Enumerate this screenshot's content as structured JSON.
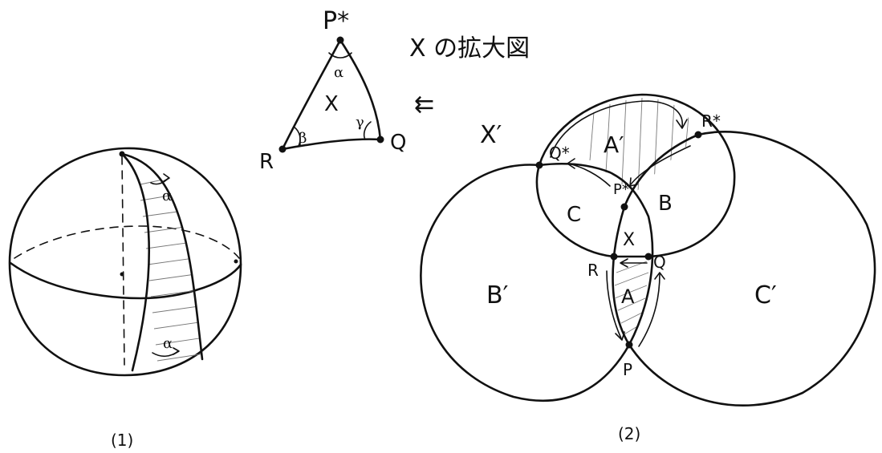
{
  "title": "X の拡大図",
  "figure1": {
    "caption": "(1)",
    "angle_top": "α",
    "angle_bottom": "α"
  },
  "triangle": {
    "vertex_top": "P*",
    "vertex_left": "R",
    "vertex_right": "Q",
    "region": "X",
    "angle_top": "α",
    "angle_left": "β",
    "angle_right": "γ",
    "arrow_symbol": "⇇"
  },
  "figure2": {
    "caption": "(2)",
    "regions": {
      "a_prime": "A′",
      "b": "B",
      "c": "C",
      "x": "X",
      "a": "A",
      "b_prime": "B′",
      "c_prime": "C′",
      "x_prime": "X′"
    },
    "points": {
      "q_star": "Q*",
      "r_star": "R*",
      "p_star": "P*",
      "r": "R",
      "q": "Q",
      "p": "P"
    }
  }
}
